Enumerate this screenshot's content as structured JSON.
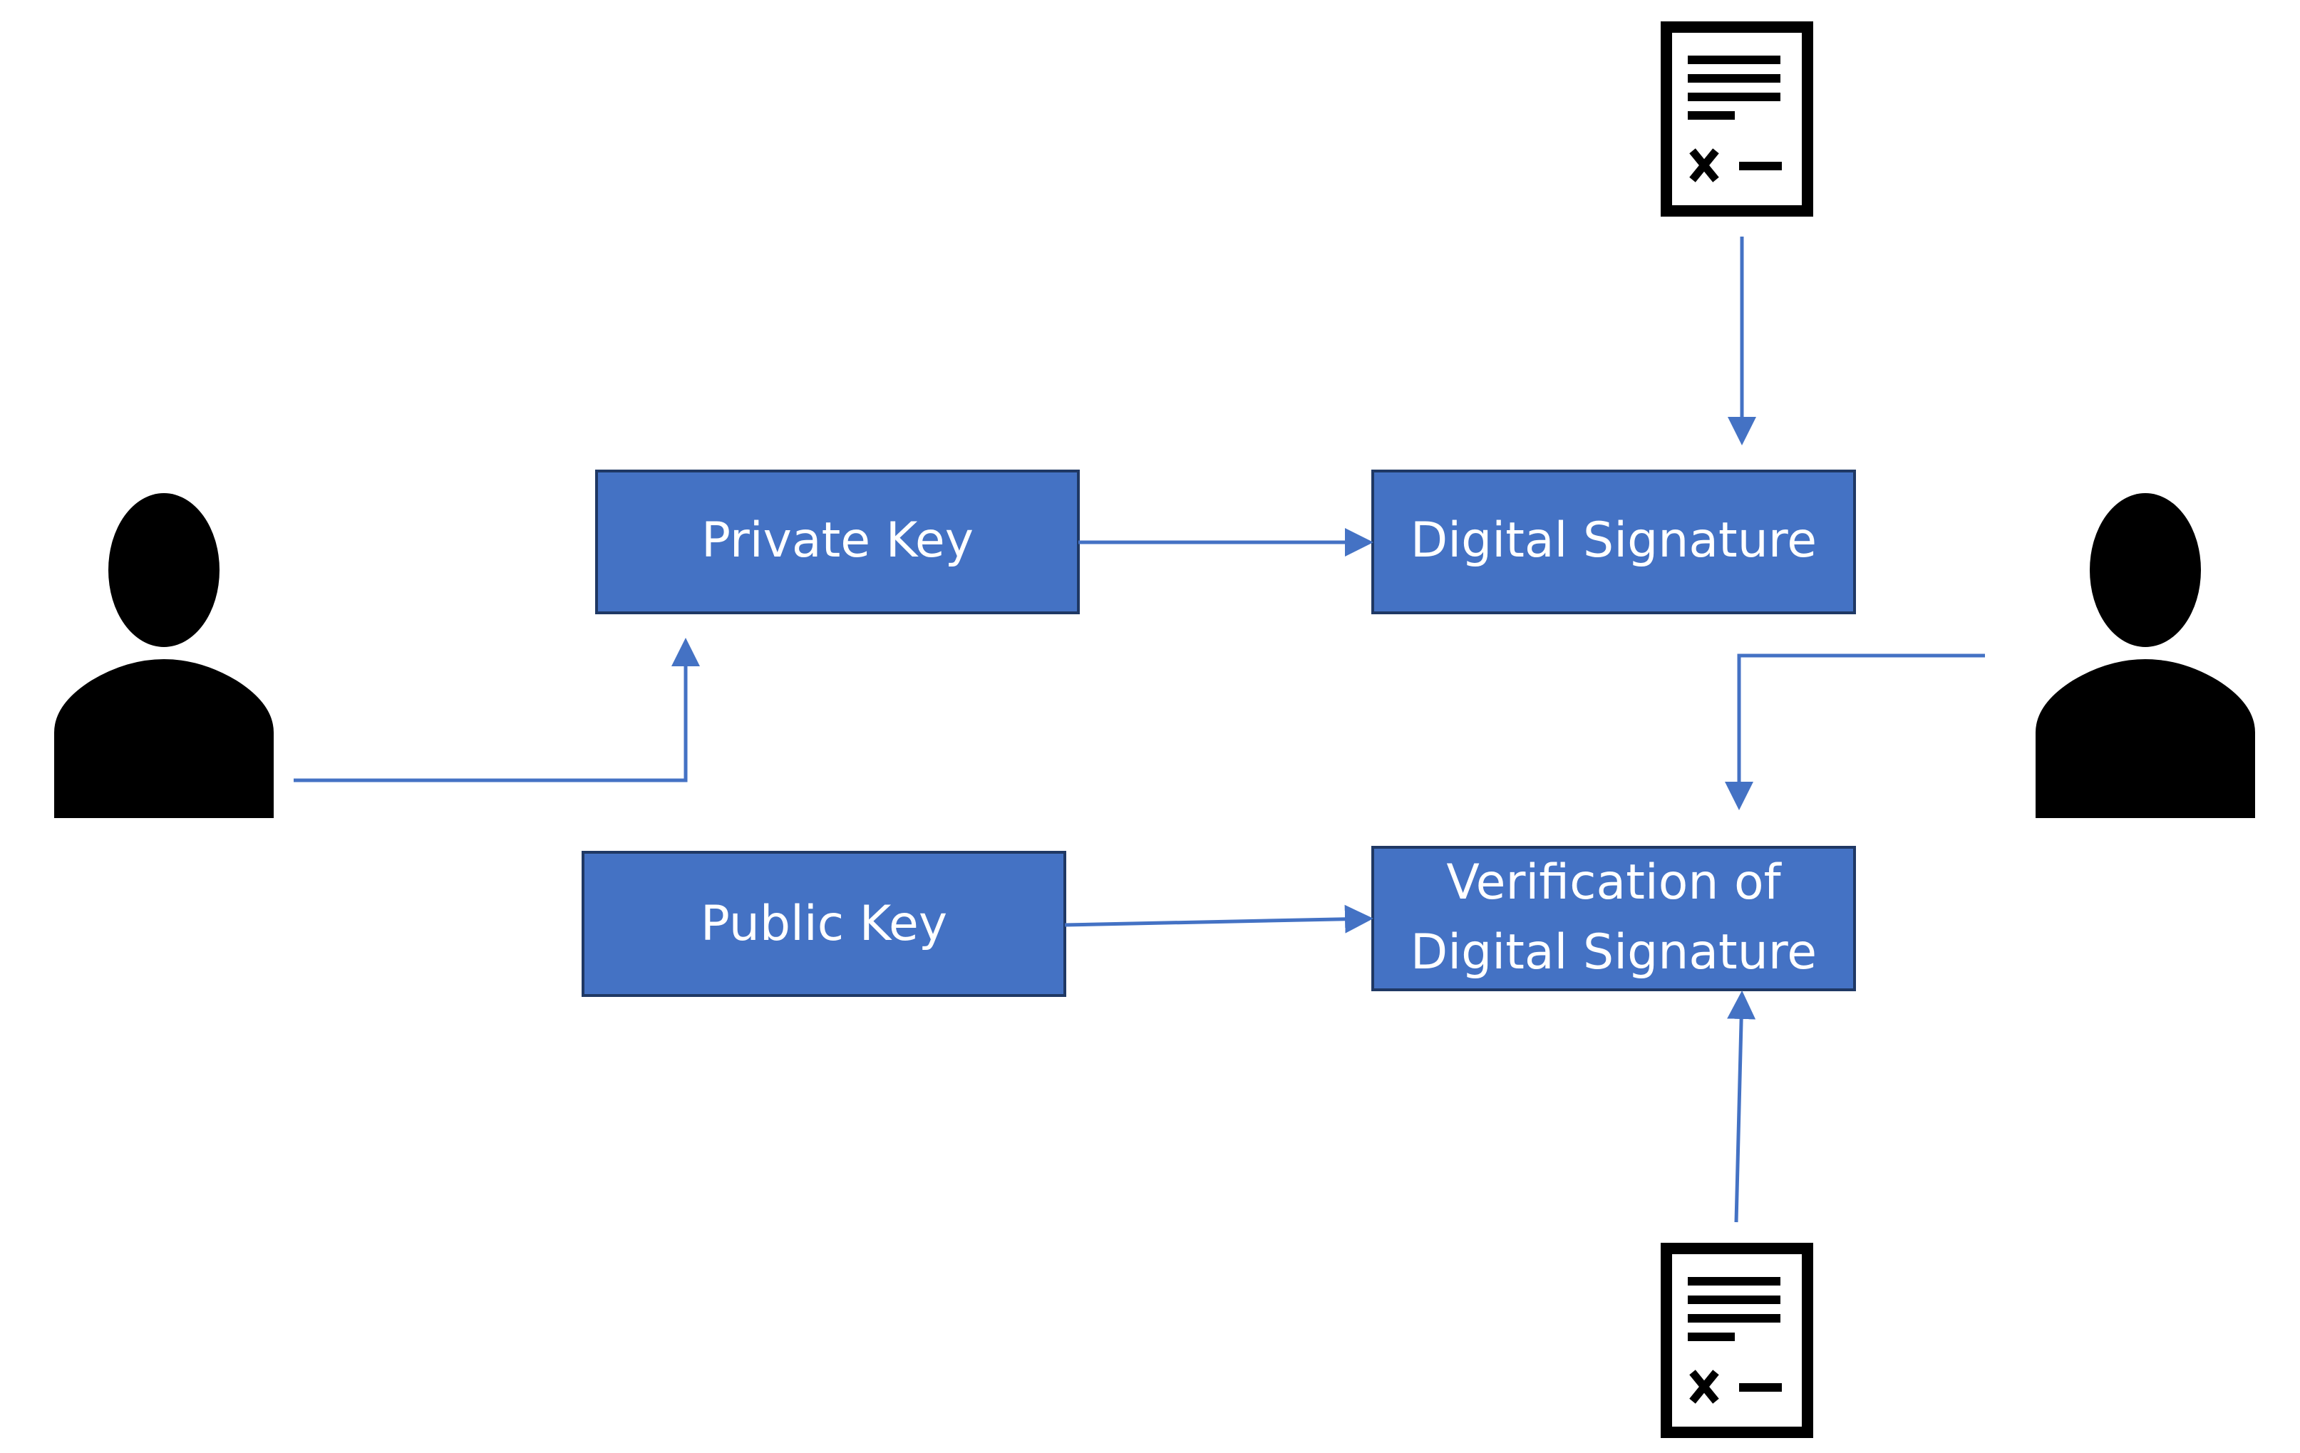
{
  "colors": {
    "box_fill": "#4472c4",
    "box_border": "#1f3864",
    "arrow": "#4472c4",
    "icon": "#000000",
    "background": "#ffffff"
  },
  "boxes": {
    "private_key": {
      "lines": [
        "Private Key"
      ]
    },
    "digital_signature": {
      "lines": [
        "Digital Signature"
      ]
    },
    "public_key": {
      "lines": [
        "Public Key"
      ]
    },
    "verification": {
      "lines": [
        "Verification of",
        "Digital Signature"
      ]
    }
  },
  "icons": {
    "sender": "person-icon",
    "receiver": "person-icon",
    "document_top": "signed-document-icon",
    "document_bottom": "signed-document-icon"
  }
}
